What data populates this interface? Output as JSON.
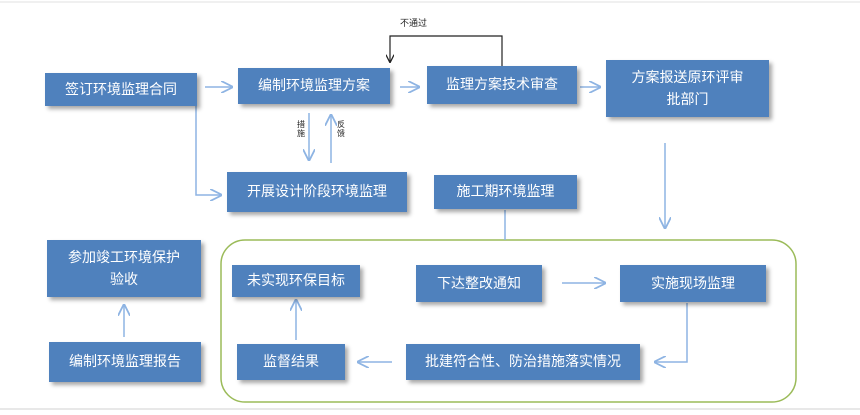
{
  "diagram": {
    "nodes": {
      "sign_contract": "签订环境监理合同",
      "compile_plan": "编制环境监理方案",
      "tech_review": "监理方案技术审查",
      "submit_plan_line1": "方案报送原环评审",
      "submit_plan_line2": "批部门",
      "design_monitor": "开展设计阶段环境监理",
      "construction_monitor": "施工期环境监理",
      "acceptance_line1": "参加竣工环境保护",
      "acceptance_line2": "验收",
      "compile_report": "编制环境监理报告",
      "unmet_goals": "未实现环保目标",
      "rectify_notice": "下达整改通知",
      "site_monitor": "实施现场监理",
      "supervise_result": "监督结果",
      "check_conformity": "批建符合性、防治措施落实情况"
    },
    "edge_labels": {
      "not_pass": "不通过",
      "measures": "措施",
      "feedback": "反馈"
    }
  },
  "colors": {
    "box_fill": "#4f81bd",
    "arrow": "#8eb4e3",
    "frame_line": "#9bbb59",
    "loop_line": "#222222"
  }
}
